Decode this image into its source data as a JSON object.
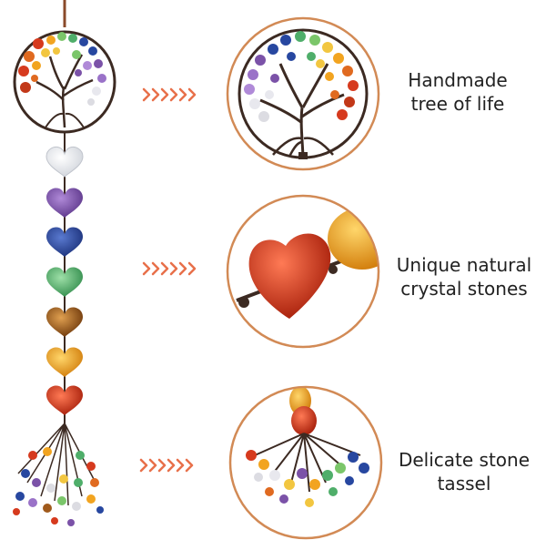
{
  "features": [
    {
      "line1": "Handmade",
      "line2": "tree of life"
    },
    {
      "line1": "Unique natural",
      "line2": "crystal stones"
    },
    {
      "line1": "Delicate stone",
      "line2": "tassel"
    }
  ],
  "colors": {
    "arrow": "#e8704a",
    "circle_border": "#d28a55",
    "wire": "#3c2a22",
    "cord": "#8a4a2a",
    "heart_clear": "#f2f2f4",
    "heart_purple": "#7b52a8",
    "heart_blue": "#2747a0",
    "heart_green": "#4fae6a",
    "heart_brown": "#a05a1c",
    "heart_yellow": "#f2a420",
    "heart_red": "#d63a1e"
  },
  "icons": [
    "chevron-right-icon"
  ]
}
